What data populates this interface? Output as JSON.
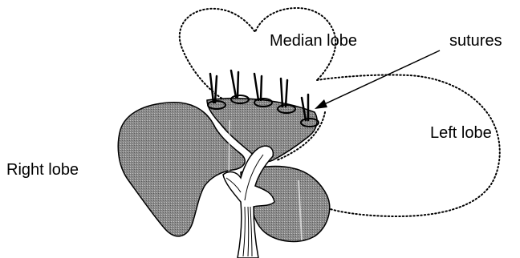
{
  "diagram": {
    "labels": {
      "median": "Median lobe",
      "sutures": "sutures",
      "left": "Left lobe",
      "right": "Right lobe"
    },
    "colors": {
      "tissue": "#8a8a8a",
      "outline": "#000000",
      "background": "#ffffff"
    }
  }
}
